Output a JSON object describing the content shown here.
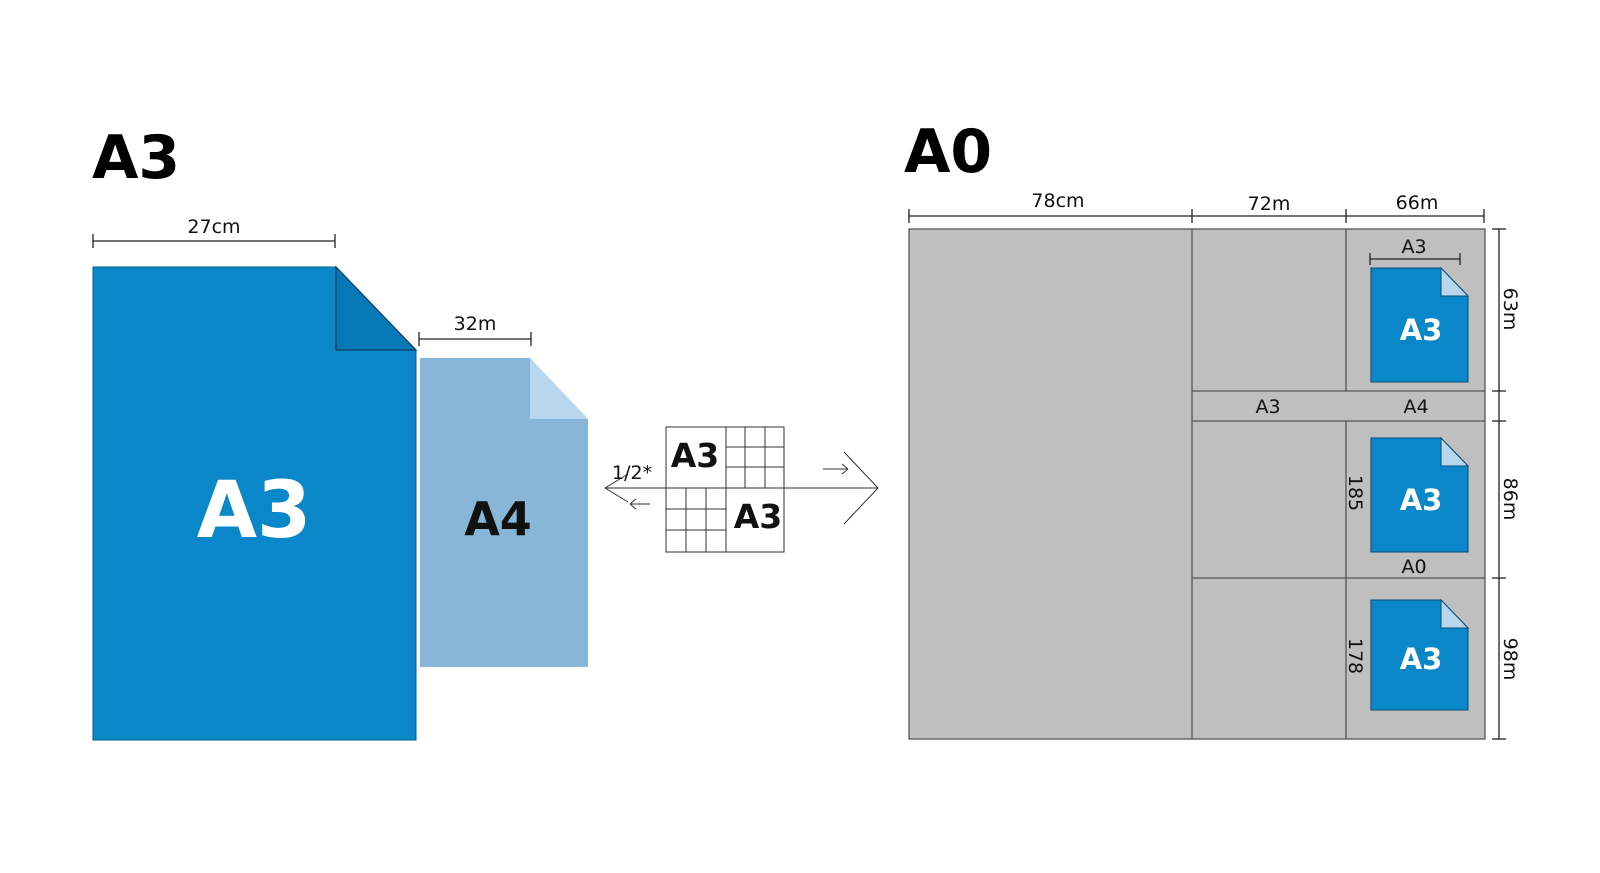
{
  "colors": {
    "primary_blue": "#0a87c9",
    "light_blue": "#87b6d8",
    "fold_light": "#b8d6ee",
    "fold_dark": "#0678b6",
    "gray": "#bfbfbf",
    "text": "#111111"
  },
  "left": {
    "title": "A3",
    "width_label": "27cm",
    "a3_label": "A3",
    "a4_label": "A4",
    "a4_width_label": "32m"
  },
  "middle": {
    "ratio_label": "1/2*",
    "top_label": "A3",
    "bottom_label": "A3"
  },
  "right": {
    "title": "A0",
    "col1_width": "78cm",
    "col2_width": "72m",
    "col3_width": "66m",
    "sheet_top_label": "A3",
    "sheet_labels": [
      "A3",
      "A3",
      "A3"
    ],
    "band_labels": [
      "A3",
      "A4"
    ],
    "middle_cell_label": "A0",
    "row_heights": [
      "63m",
      "86m",
      "98m"
    ],
    "side_labels": [
      "185",
      "178"
    ]
  }
}
